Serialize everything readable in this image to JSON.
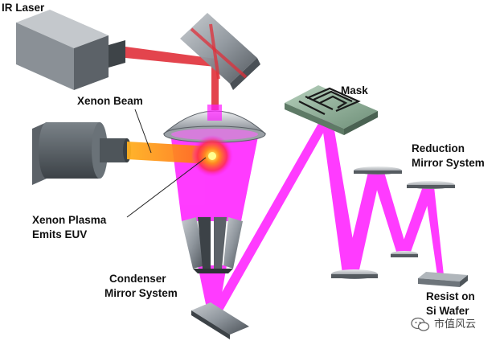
{
  "labels": {
    "ir_laser": "IR Laser",
    "xenon_beam": "Xenon Beam",
    "mask": "Mask",
    "reduction_line1": "Reduction",
    "reduction_line2": "Mirror System",
    "plasma_line1": "Xenon Plasma",
    "plasma_line2": "Emits EUV",
    "condenser_line1": "Condenser",
    "condenser_line2": "Mirror System",
    "resist_line1": "Resist on",
    "resist_line2": "Si Wafer"
  },
  "watermark": {
    "text": "市值风云",
    "icon": "wechat-logo-icon"
  },
  "colors": {
    "euv_magenta": "#ff1aff",
    "ir_beam_red": "#e0303a",
    "xenon_orange": "#ffa020",
    "housing_gray": "#707880",
    "mask_green": "#8fb09a"
  }
}
